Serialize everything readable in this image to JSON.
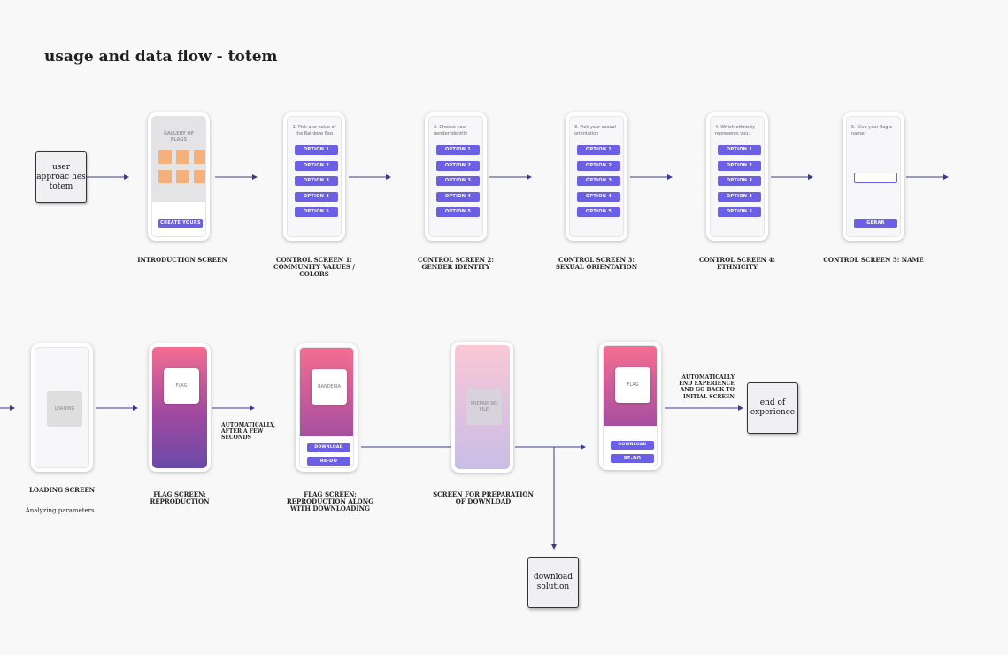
{
  "title": "usage and data flow - totem",
  "start_box": "user approac hes totem",
  "intro": {
    "gallery": "GALLERY OF FLAGS",
    "create": "CREATE YOURS",
    "caption": "INTRODUCTION SCREEN"
  },
  "controls": [
    {
      "prompt": "1. Pick one value of the Rainbow flag",
      "caption": "CONTROL SCREEN 1: COMMUNITY VALUES / COLORS"
    },
    {
      "prompt": "2. Choose your gender identity",
      "caption": "CONTROL SCREEN 2: GENDER IDENTITY"
    },
    {
      "prompt": "3. Pick your sexual orientation",
      "caption": "CONTROL SCREEN 3: SEXUAL ORIENTATION"
    },
    {
      "prompt": "4. Which ethnicity represents you:",
      "caption": "CONTROL SCREEN 4: ETHNICITY"
    }
  ],
  "options": [
    "OPTION 1",
    "OPTION 2",
    "OPTION 3",
    "OPTION 4",
    "OPTION 5"
  ],
  "name_screen": {
    "prompt": "5. Give your flag a name:",
    "button": "GERAR",
    "caption": "CONTROL SCREEN 5: NAME"
  },
  "loading": {
    "label": "LOADING",
    "caption": "LOADING SCREEN",
    "sub": "Analyzing parameters..."
  },
  "flag1": {
    "label": "FLAG",
    "caption": "FLAG SCREEN: REPRODUCTION"
  },
  "note_after": "AUTOMATICALLY, AFTER A FEW SECONDS",
  "flag2": {
    "label": "BANDEIRA",
    "download": "DOWNLOAD",
    "redo": "RE-DO",
    "caption": "FLAG SCREEN: REPRODUCTION ALONG WITH DOWNLOADING"
  },
  "prep": {
    "label": "PREPARI NG FILE",
    "caption": "SCREEN FOR PREPARATION OF DOWNLOAD"
  },
  "flag3": {
    "label": "FLAG",
    "download": "DOWNLOAD",
    "redo": "RE-DO"
  },
  "note_end": "AUTOMATICALLY END EXPERIENCE AND GO BACK TO INITIAL SCREEN",
  "end_box": "end of experience",
  "download_box": "download solution",
  "colors": {
    "accent": "#6b5fe6",
    "tile": "#f5b07c",
    "arrow": "#3b3a8f",
    "pink": "#f56d91",
    "purple": "#6a4aa8"
  }
}
